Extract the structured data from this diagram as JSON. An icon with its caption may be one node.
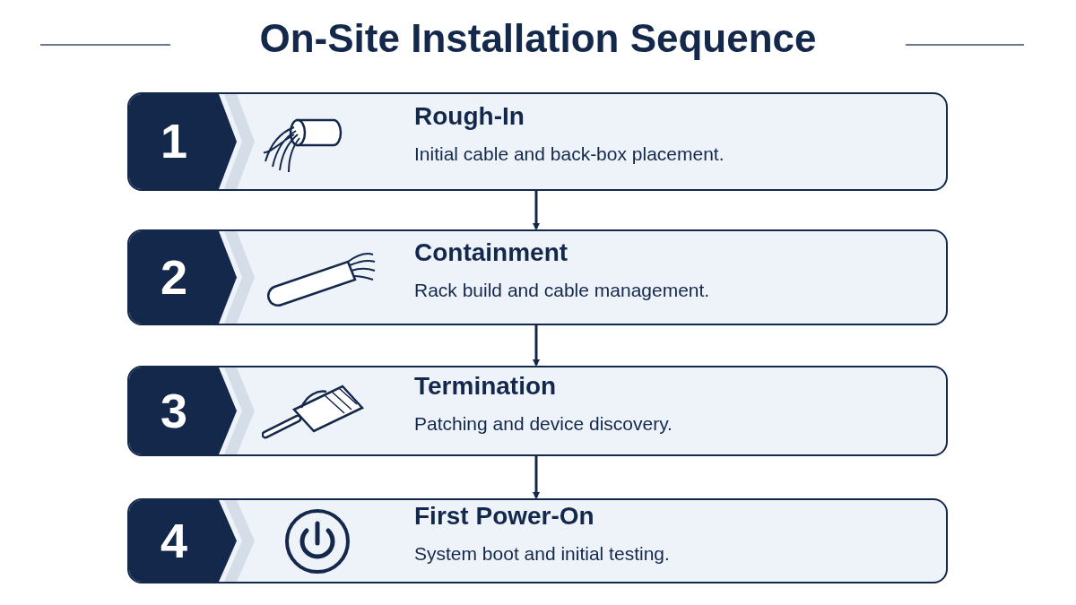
{
  "diagram": {
    "title": "On-Site Installation Sequence",
    "nodes": [
      {
        "text": [
          "1",
          "Rough-In",
          "Initial cable and back-box placement."
        ]
      },
      {
        "text": [
          "2",
          "Containment",
          "Rack build and cable management."
        ]
      },
      {
        "text": [
          "3",
          "Termination",
          "Patching and device discovery."
        ]
      },
      {
        "text": [
          "4",
          "First Power-On",
          "System boot and initial testing."
        ]
      }
    ],
    "edges": [
      {
        "from": 0,
        "to": 1,
        "arrow": "to"
      },
      {
        "from": 1,
        "to": 2,
        "arrow": "to"
      },
      {
        "from": 2,
        "to": 3,
        "arrow": "to"
      }
    ]
  }
}
